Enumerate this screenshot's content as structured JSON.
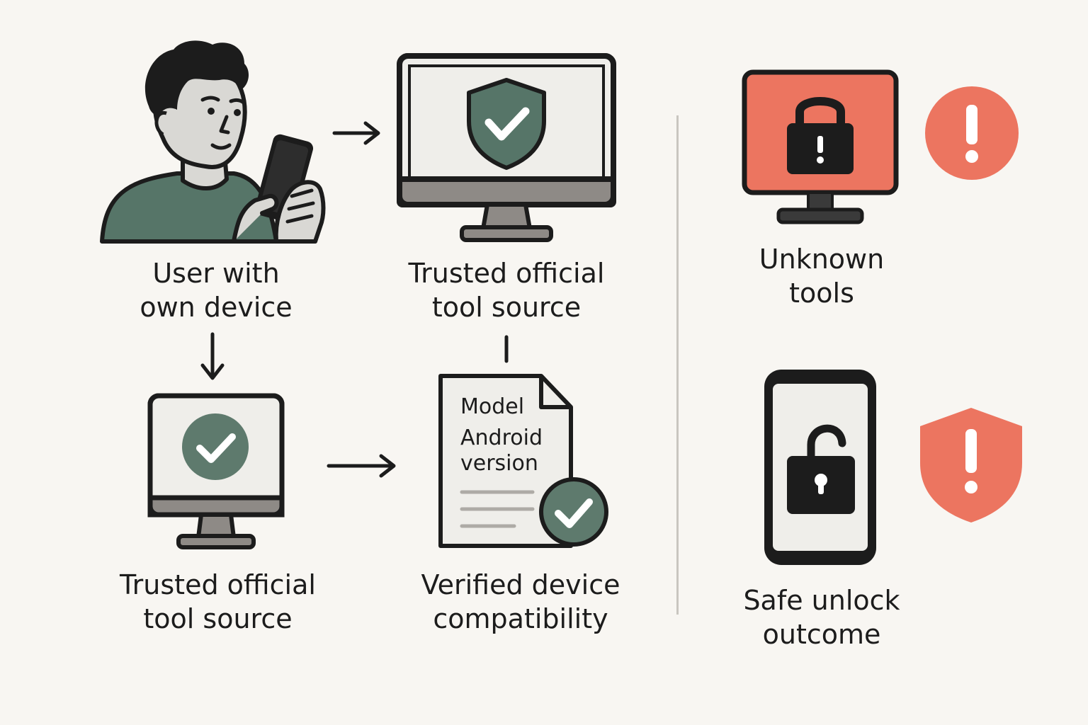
{
  "colors": {
    "ink": "#1c1c1c",
    "green": "#567568",
    "light_green": "#5e7a6d",
    "screen": "#efeeea",
    "base": "#8e8a86",
    "skin": "#d9d8d4",
    "danger": "#ec7560",
    "background": "#f8f6f2"
  },
  "nodes": {
    "user": {
      "label_line1": "User with",
      "label_line2": "own device"
    },
    "trusted_top": {
      "label_line1": "Trusted official",
      "label_line2": "tool source"
    },
    "trusted_bottom": {
      "label_line1": "Trusted official",
      "label_line2": "tool source"
    },
    "verified": {
      "label_line1": "Verified device",
      "label_line2": "compatibility",
      "doc_line1": "Model",
      "doc_line2": "Android",
      "doc_line3": "version"
    },
    "unknown": {
      "label_line1": "Unknown",
      "label_line2": "tools"
    },
    "safe": {
      "label_line1": "Safe unlock",
      "label_line2": "outcome"
    }
  }
}
